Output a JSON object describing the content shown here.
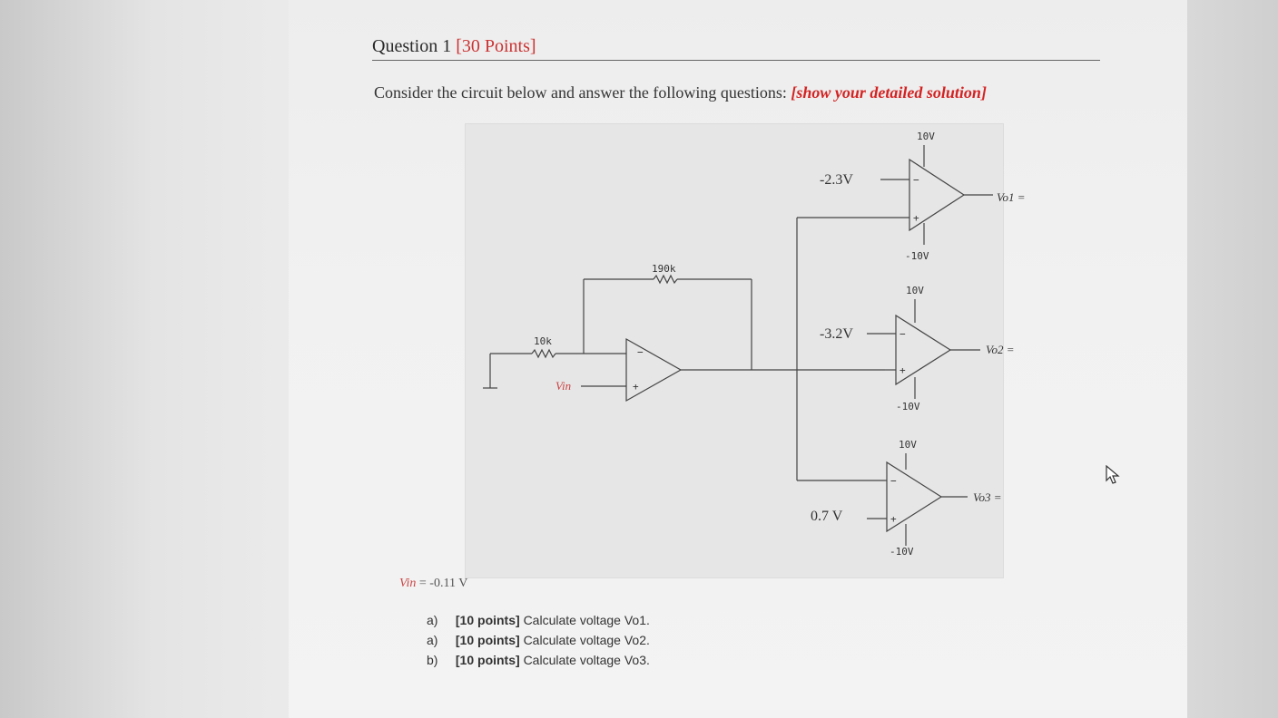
{
  "question": {
    "title": "Question 1",
    "points": "[30 Points]",
    "intro": "Consider the circuit below and answer the following questions:",
    "intro_highlight": "[show your detailed solution]"
  },
  "circuit": {
    "r_feedback": "190k",
    "r_input": "10k",
    "vin_label": "Vin",
    "comparators": [
      {
        "ref_voltage": "-2.3V",
        "supply_pos": "10V",
        "supply_neg": "-10V",
        "output": "Vo1 ="
      },
      {
        "ref_voltage": "-3.2V",
        "supply_pos": "10V",
        "supply_neg": "-10V",
        "output": "Vo2 ="
      },
      {
        "ref_voltage": "0.7 V",
        "supply_pos": "10V",
        "supply_neg": "-10V",
        "output": "Vo3 ="
      }
    ]
  },
  "given": {
    "vin_label": "Vin",
    "vin_value": "= -0.11 V"
  },
  "tasks": [
    {
      "label": "a)",
      "points": "[10 points]",
      "text": "Calculate voltage Vo1."
    },
    {
      "label": "a)",
      "points": "[10 points]",
      "text": "Calculate voltage Vo2."
    },
    {
      "label": "b)",
      "points": "[10 points]",
      "text": "Calculate voltage Vo3."
    }
  ],
  "colors": {
    "highlight": "#d42222",
    "text": "#333333",
    "wire": "#444444"
  },
  "icons": {
    "cursor": "mouse-pointer-icon"
  }
}
